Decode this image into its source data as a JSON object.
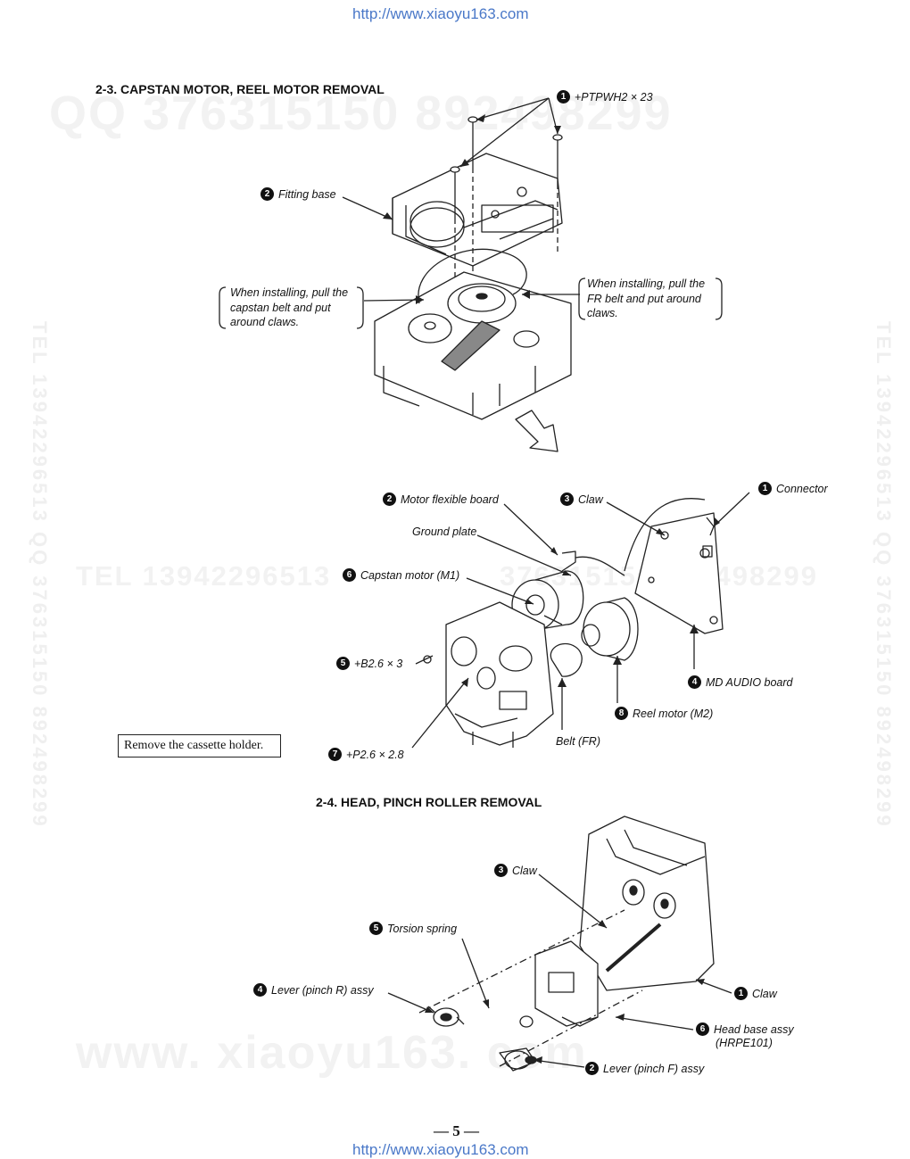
{
  "watermarks": {
    "url_top": "http://www.xiaoyu163.com",
    "url_bottom": "http://www.xiaoyu163.com",
    "qq_banner": "QQ 376315150 892498299",
    "tel_banner": "TEL 13942296513",
    "tel_banner_mid": "376315150 892498299",
    "site_banner": "www. xiaoyu163. com",
    "vertical_left": "TEL 13942296513 QQ 376315150 892498299",
    "vertical_right": "TEL 13942296513 QQ 376315150 892498299"
  },
  "section_23": {
    "title": "2-3. CAPSTAN MOTOR, REEL MOTOR REMOVAL",
    "labels": {
      "screw": {
        "num": "1",
        "text": "+PTPWH2 × 23"
      },
      "fitting_base": {
        "num": "2",
        "text": "Fitting base"
      },
      "note_left": "When installing, pull the capstan belt and put around claws.",
      "note_right": "When installing, pull the FR belt and put around claws.",
      "motor_flexible_board": {
        "num": "2",
        "text": "Motor flexible board"
      },
      "claw": {
        "num": "3",
        "text": "Claw"
      },
      "connector": {
        "num": "1",
        "text": "Connector"
      },
      "ground_plate": "Ground plate",
      "capstan_motor": {
        "num": "6",
        "text": "Capstan motor (M1)"
      },
      "screw_b26": {
        "num": "5",
        "text": "+B2.6 × 3"
      },
      "md_audio_board": {
        "num": "4",
        "text": "MD AUDIO board"
      },
      "reel_motor": {
        "num": "8",
        "text": "Reel motor (M2)"
      },
      "belt_fr": "Belt (FR)",
      "screw_p26": {
        "num": "7",
        "text": "+P2.6 × 2.8"
      }
    },
    "instruction": "Remove the cassette holder."
  },
  "section_24": {
    "title": "2-4. HEAD, PINCH ROLLER REMOVAL",
    "labels": {
      "claw_top": {
        "num": "3",
        "text": "Claw"
      },
      "torsion_spring": {
        "num": "5",
        "text": "Torsion spring"
      },
      "lever_pinch_r": {
        "num": "4",
        "text": "Lever (pinch R) assy"
      },
      "claw_right": {
        "num": "1",
        "text": "Claw"
      },
      "head_base": {
        "num": "6",
        "text": "Head base assy",
        "sub": "(HRPE101)"
      },
      "lever_pinch_f": {
        "num": "2",
        "text": "Lever (pinch F) assy"
      }
    }
  },
  "footer": {
    "page_number": "— 5 —"
  }
}
